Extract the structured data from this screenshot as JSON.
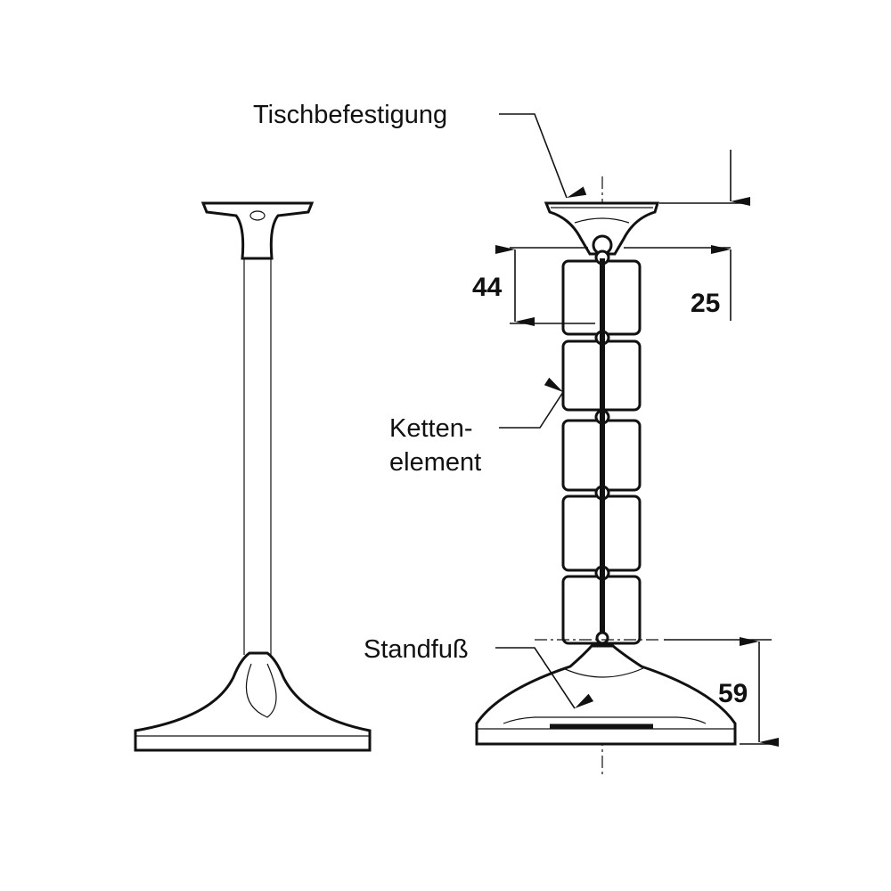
{
  "labels": {
    "table_mount": "Tischbefestigung",
    "chain_element_line1": "Ketten-",
    "chain_element_line2": "element",
    "base": "Standfuß"
  },
  "dimensions": {
    "mount_height": "25",
    "element_pitch": "44",
    "base_height": "59"
  }
}
